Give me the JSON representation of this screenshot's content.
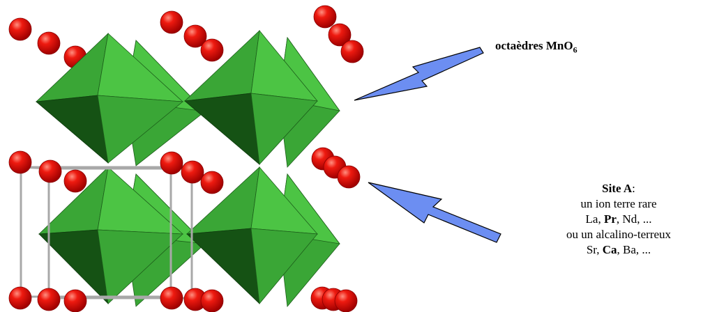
{
  "labels": {
    "octahedra": {
      "text": "octaèdres MnO",
      "subscript": "6"
    },
    "site": {
      "title_bold": "Site A",
      "title_rest": ":",
      "line2": "un ion terre rare",
      "line3_a": "La, ",
      "line3_b": "Pr",
      "line3_c": ", Nd, ...",
      "line4": "ou un alcalino-terreux",
      "line5_a": "Sr, ",
      "line5_b": "Ca",
      "line5_c": ", Ba, ..."
    }
  },
  "colors": {
    "octa_light": "#4cc444",
    "octa_mid": "#3aa636",
    "octa_dark": "#1e6b1c",
    "octa_darker": "#155214",
    "atom": "#e00000",
    "atom_hi": "#ff7a6a",
    "arrow": "#6c8ef2",
    "cell": "#a8a8a8"
  }
}
